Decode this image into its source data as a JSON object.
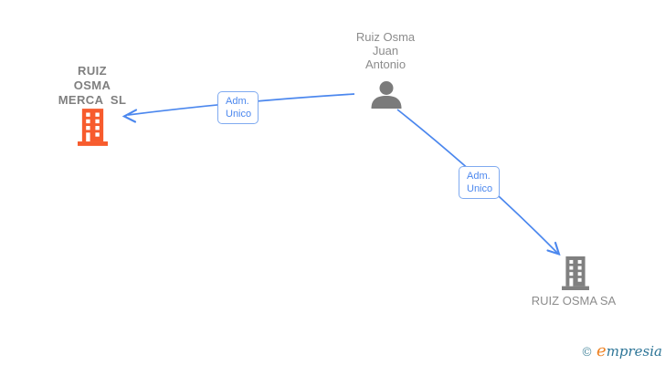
{
  "colors": {
    "edge_blue": "#4b87ee",
    "label_border_blue": "#7faaf0",
    "label_text_blue": "#4b87ee",
    "company_highlight_orange": "#f75b2d",
    "building_gray": "#808080",
    "person_gray": "#7b7b7b",
    "text_gray": "#8c8c8c",
    "bold_text_gray": "#7f7f7f",
    "watermark_teal": "#2d7597",
    "watermark_copyright": "#4d8ba0",
    "watermark_orange": "#ee8325"
  },
  "nodes": {
    "person": {
      "name": "Ruiz Osma Juan Antonio",
      "label_lines": [
        "Ruiz Osma",
        "Juan",
        "Antonio"
      ]
    },
    "company_main": {
      "name": "RUIZ OSMA MERCA SL",
      "label_lines": [
        "RUIZ",
        "OSMA",
        "MERCA  SL"
      ]
    },
    "company_secondary": {
      "name": "RUIZ OSMA SA",
      "label": "RUIZ OSMA SA"
    }
  },
  "edges": [
    {
      "label_line1": "Adm.",
      "label_line2": "Unico"
    },
    {
      "label_line1": "Adm.",
      "label_line2": "Unico"
    }
  ],
  "watermark": {
    "symbol": "©",
    "brand_initial": "e",
    "brand_rest": "mpresia"
  }
}
